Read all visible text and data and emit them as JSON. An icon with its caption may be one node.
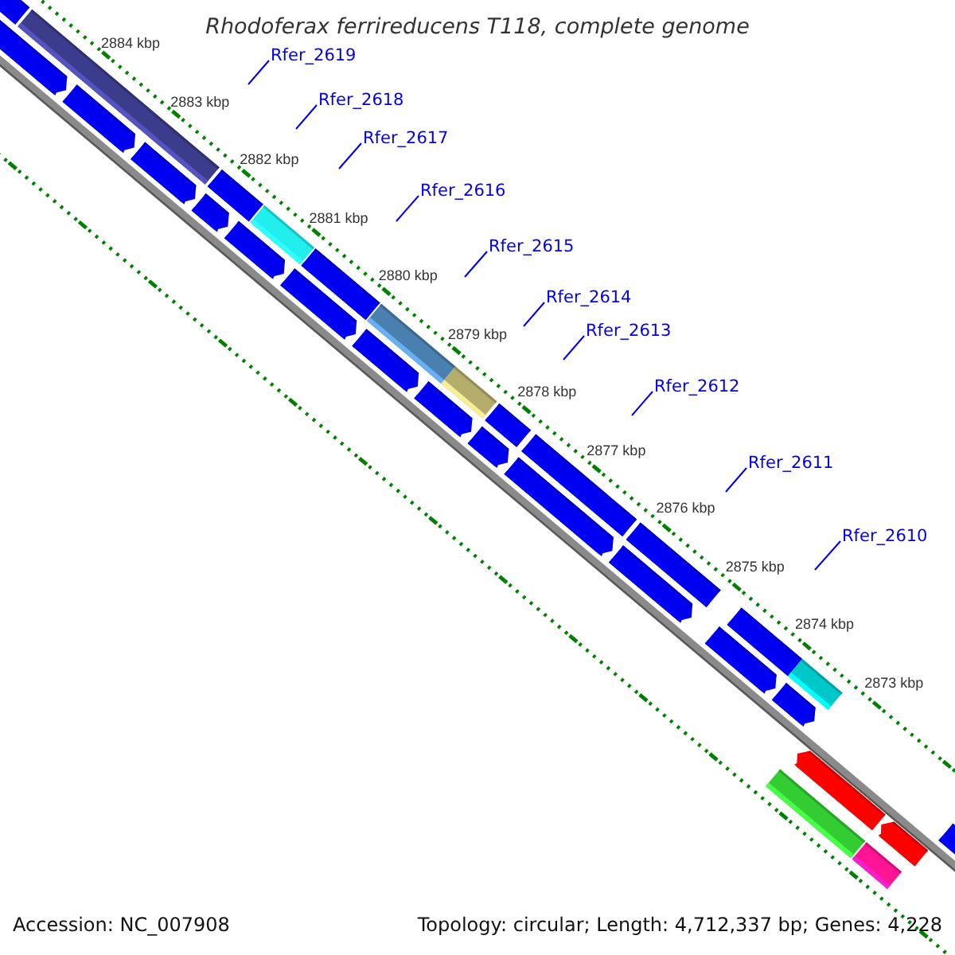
{
  "diagram": {
    "title": "Rhodoferax ferrireducens T118, complete genome",
    "nodes": [
      {
        "text": [
          "Rfer_2619"
        ]
      },
      {
        "text": [
          "Rfer_2618"
        ]
      },
      {
        "text": [
          "Rfer_2617"
        ]
      },
      {
        "text": [
          "Rfer_2616"
        ]
      },
      {
        "text": [
          "Rfer_2615"
        ]
      },
      {
        "text": [
          "Rfer_2614"
        ]
      },
      {
        "text": [
          "Rfer_2613"
        ]
      },
      {
        "text": [
          "Rfer_2612"
        ]
      },
      {
        "text": [
          "Rfer_2611"
        ]
      },
      {
        "text": [
          "Rfer_2610"
        ]
      }
    ],
    "edges": [
      {
        "from": 0,
        "to": null,
        "arrow": "none"
      },
      {
        "from": 1,
        "to": null,
        "arrow": "none"
      },
      {
        "from": 2,
        "to": null,
        "arrow": "none"
      },
      {
        "from": 3,
        "to": null,
        "arrow": "none"
      },
      {
        "from": 4,
        "to": null,
        "arrow": "none"
      },
      {
        "from": 5,
        "to": null,
        "arrow": "none"
      },
      {
        "from": 6,
        "to": null,
        "arrow": "none"
      },
      {
        "from": 7,
        "to": null,
        "arrow": "none"
      },
      {
        "from": 8,
        "to": null,
        "arrow": "none"
      },
      {
        "from": 9,
        "to": null,
        "arrow": "none"
      }
    ],
    "labels": [
      "2884 kbp",
      "2883 kbp",
      "2882 kbp",
      "2881 kbp",
      "2880 kbp",
      "2879 kbp",
      "2878 kbp",
      "2877 kbp",
      "2876 kbp",
      "2875 kbp",
      "2874 kbp",
      "2873 kbp",
      "Accession: NC_007908",
      "Topology: circular; Length: 4,712,337 bp; Genes: 4,228"
    ]
  }
}
